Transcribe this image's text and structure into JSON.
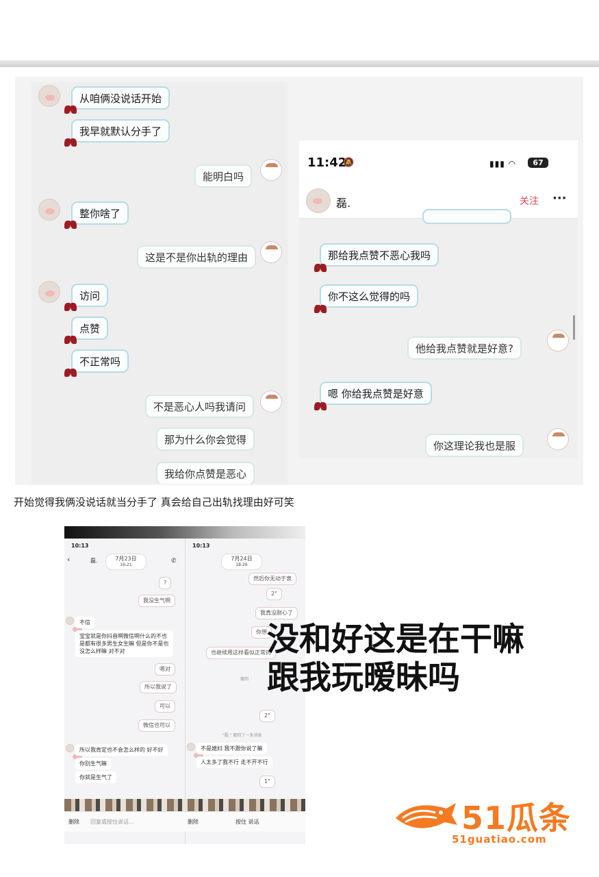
{
  "panel_a": {
    "messages": [
      {
        "side": "left",
        "text": "从咱俩没说话开始"
      },
      {
        "side": "left",
        "text": "我早就默认分手了"
      },
      {
        "side": "right",
        "text": "能明白吗"
      },
      {
        "side": "left",
        "text": "整你啥了"
      },
      {
        "side": "right",
        "text": "这是不是你出轨的理由"
      },
      {
        "side": "left",
        "text": "访问"
      },
      {
        "side": "left",
        "text": "点赞"
      },
      {
        "side": "left",
        "text": "不正常吗"
      },
      {
        "side": "right",
        "text": "不是恶心人吗我请问"
      },
      {
        "side": "right",
        "text": "那为什么你会觉得"
      },
      {
        "side": "right",
        "text": "我给你点赞是恶心"
      }
    ]
  },
  "panel_b": {
    "status_time": "11:42",
    "signal_text": "▮▮▮ ◠",
    "battery": "67",
    "contact_name": "磊.",
    "follow_label": "关注",
    "more_label": "···",
    "messages": [
      {
        "side": "left",
        "text": "那给我点赞不恶心我吗"
      },
      {
        "side": "left",
        "text": "你不这么觉得的吗"
      },
      {
        "side": "right",
        "text": "他给我点赞就是好意?"
      },
      {
        "side": "left",
        "text": "嗯 你给我点赞是好意"
      },
      {
        "side": "right",
        "text": "你这理论我也是服"
      }
    ]
  },
  "caption": "开始觉得我俩没说话就当分手了 真会给自己出轨找理由好可笑",
  "panel_c": {
    "left": {
      "status": "10:13",
      "name": "磊.",
      "date": "7月23日",
      "date_time": "16:21",
      "messages": [
        {
          "side": "right",
          "text": "?"
        },
        {
          "side": "right",
          "text": "我没生气啊"
        },
        {
          "side": "left",
          "text": "不信"
        },
        {
          "side": "left",
          "text": "宝宝就是你抖音啊微信啊什么的不也\n是都有很多男生女生嘛 但是你不是也\n没怎么样嘛 对不对"
        },
        {
          "side": "right",
          "text": "嗯对"
        },
        {
          "side": "right",
          "text": "所以我说了"
        },
        {
          "side": "right",
          "text": "可以"
        },
        {
          "side": "right",
          "text": "微信也可以"
        },
        {
          "side": "left",
          "text": "所以我肯定也不会怎么样的 好不好"
        },
        {
          "side": "left",
          "text": "你别生气嘛"
        },
        {
          "side": "left",
          "text": "你就是生气了"
        }
      ],
      "toolbar_delete": "删除",
      "toolbar_input": "回复或按住说话..."
    },
    "right": {
      "status": "10:13",
      "date": "7月24日",
      "date_time": "18:26",
      "messages": [
        {
          "side": "right",
          "text": "然后你无动于衷"
        },
        {
          "side": "right",
          "text": "2\""
        },
        {
          "side": "right",
          "text": "我真没耐心了"
        },
        {
          "side": "right",
          "text": "你想"
        },
        {
          "side": "right",
          "text": "也继续用这样看似正常的"
        },
        {
          "side": "right",
          "text": "2\""
        },
        {
          "side": "left",
          "text": "不是媳妇 我不跟你说了嘛"
        },
        {
          "side": "left",
          "text": "人太多了我不行 走不开不行"
        },
        {
          "side": "right",
          "text": "1\""
        }
      ],
      "recall_note": "\"磊.\" 撤回了一条消息",
      "withdraw_note": "撤回",
      "toolbar_delete": "删除",
      "toolbar_hold": "按住 说话"
    },
    "overlay_line1": "没和好这是在干嘛",
    "overlay_line2": "跟我玩暧昧吗"
  },
  "watermark": {
    "brand": "51瓜条",
    "url": "51guatiao.com",
    "color": "#f47a21"
  }
}
